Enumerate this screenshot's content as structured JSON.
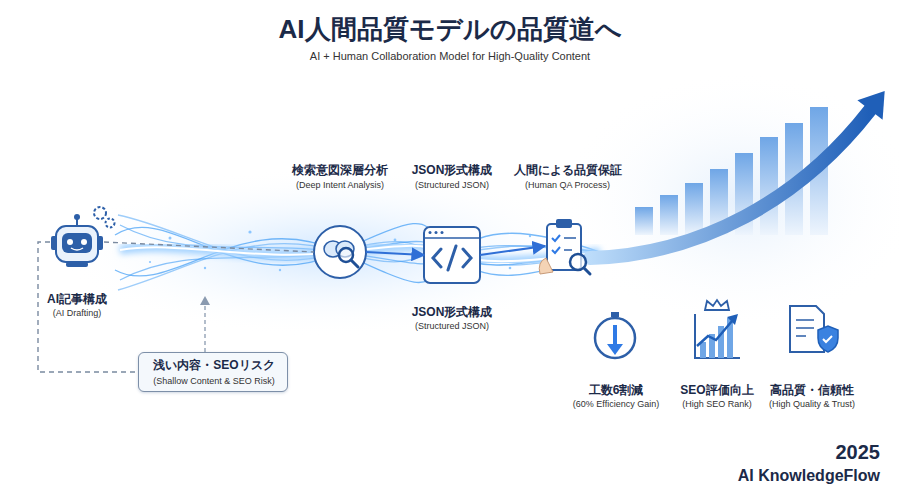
{
  "diagram": {
    "title": "AI人間品質モデルの品質道へ",
    "nodes": [
      {
        "text": [
          "AI記事構成",
          "(AI Drafting)"
        ]
      },
      {
        "text": [
          "浅い内容・SEOリスク",
          "(Shallow Content & SEO Risk)"
        ]
      },
      {
        "text": [
          "検索意図深層分析",
          "(Deep Intent Analysis)"
        ]
      },
      {
        "text": [
          "JSON形式構成",
          "(Structured JSON)",
          "JSON形式構成",
          "(Structured JSON)"
        ]
      },
      {
        "text": [
          "人間による品質保証",
          "(Human QA Process)"
        ]
      },
      {
        "text": [
          "工数6割減",
          "(60% Efficiency Gain)"
        ]
      },
      {
        "text": [
          "SEO評価向上",
          "(High SEO Rank)"
        ]
      },
      {
        "text": [
          "高品質・信頼性",
          "(High Quality & Trust)"
        ]
      }
    ],
    "edges": [
      {
        "from": 0,
        "to": 2,
        "arrow": "none"
      },
      {
        "from": 2,
        "to": 3,
        "arrow": "to"
      },
      {
        "from": 3,
        "to": 4,
        "arrow": "to"
      },
      {
        "from": 0,
        "to": 1,
        "arrow": "none"
      }
    ],
    "labels": [
      "AI + Human Collaboration Model for High-Quality Content",
      "2025",
      "AI KnowledgeFlow"
    ]
  }
}
